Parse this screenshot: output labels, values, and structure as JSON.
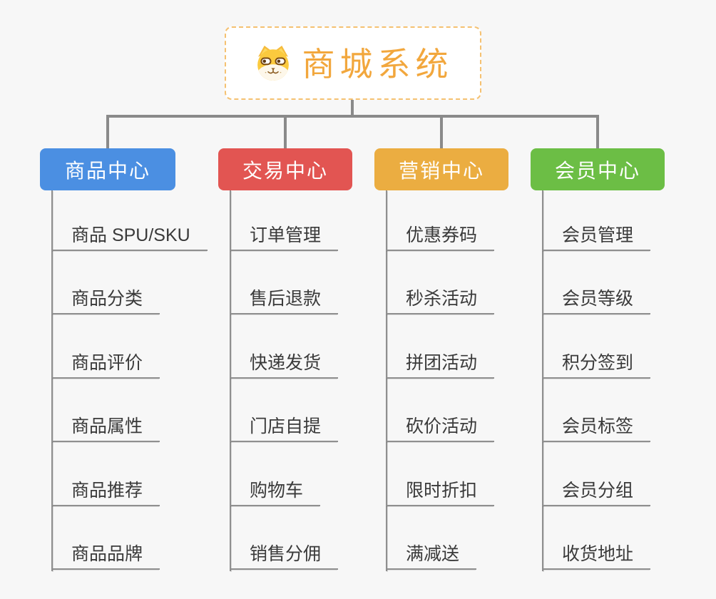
{
  "root": {
    "title": "商城系统",
    "icon": "dog-face-icon"
  },
  "branches": [
    {
      "label": "商品中心",
      "color": "#4b8fe2",
      "items": [
        "商品 SPU/SKU",
        "商品分类",
        "商品评价",
        "商品属性",
        "商品推荐",
        "商品品牌"
      ]
    },
    {
      "label": "交易中心",
      "color": "#e25552",
      "items": [
        "订单管理",
        "售后退款",
        "快递发货",
        "门店自提",
        "购物车",
        "销售分佣"
      ]
    },
    {
      "label": "营销中心",
      "color": "#ebad41",
      "items": [
        "优惠券码",
        "秒杀活动",
        "拼团活动",
        "砍价活动",
        "限时折扣",
        "满减送"
      ]
    },
    {
      "label": "会员中心",
      "color": "#6cbe45",
      "items": [
        "会员管理",
        "会员等级",
        "积分签到",
        "会员标签",
        "会员分组",
        "收货地址"
      ]
    }
  ],
  "colors": {
    "background": "#f7f7f7",
    "connector_line": "#8a8a8a",
    "leaf_line": "#8f8f8f",
    "leaf_text": "#3a3a3a",
    "root_accent": "#f2a73d",
    "root_border": "#f5c171"
  }
}
